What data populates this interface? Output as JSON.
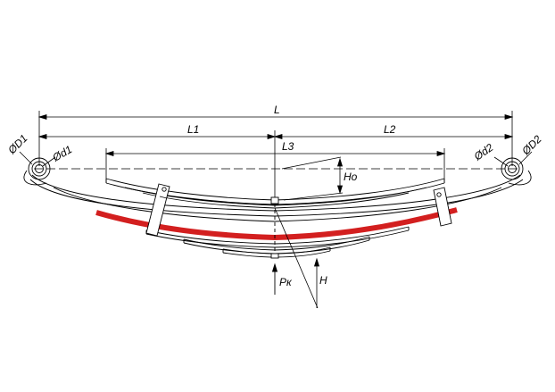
{
  "labels": {
    "L": "L",
    "L1": "L1",
    "L2": "L2",
    "L3": "L3",
    "Ho": "Ho",
    "H": "H",
    "Pk": "Pк",
    "D1": "ØD1",
    "d1": "Ød1",
    "d2": "Ød2",
    "D2": "ØD2"
  },
  "colors": {
    "line": "#000000",
    "highlight_leaf": "#d31f1f",
    "background": "#ffffff"
  }
}
